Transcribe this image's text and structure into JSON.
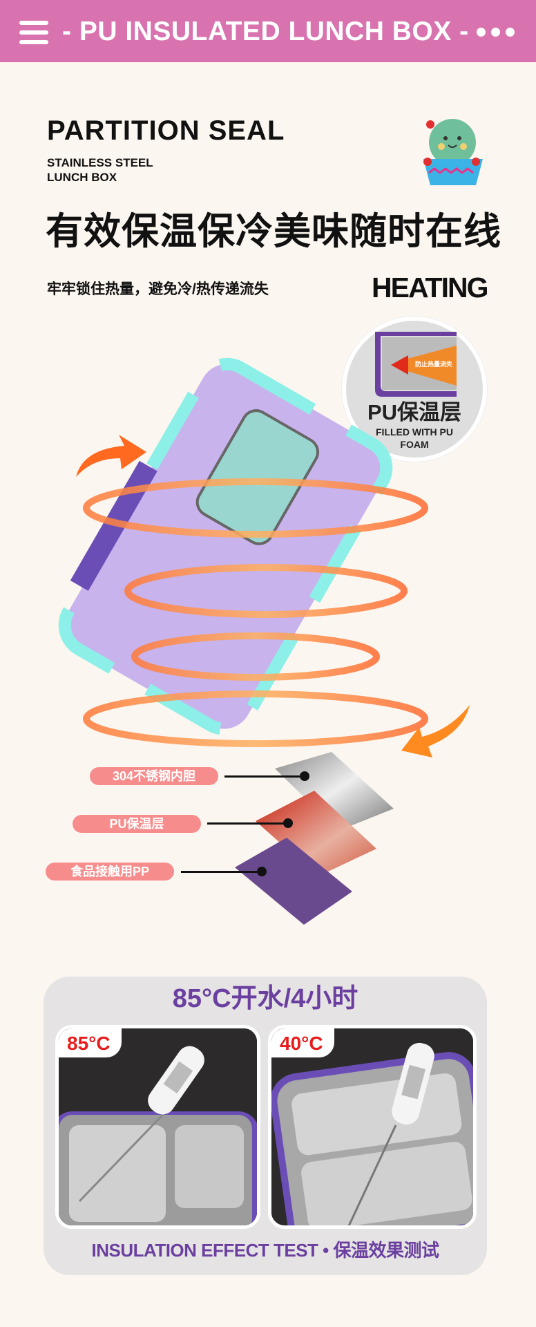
{
  "header": {
    "title": "- PU INSULATED LUNCH BOX -",
    "menu_icon": "hamburger-icon",
    "more_icon": "ellipsis-icon",
    "color": "#d873b0"
  },
  "intro": {
    "heading": "PARTITION SEAL",
    "sub_line1": "STAINLESS STEEL",
    "sub_line2": "LUNCH BOX",
    "title_cn": "有效保温保冷美味随时在线",
    "subtitle_cn": "牢牢锁住热量，避免冷/热传递流失",
    "heating": "HEATING"
  },
  "badge": {
    "arrow_text": "防止热量流失",
    "title": "PU保温层",
    "caption_line1": "FILLED WITH PU",
    "caption_line2": "FOAM"
  },
  "layers": [
    {
      "label": "304不锈钢内胆"
    },
    {
      "label": "PU保温层"
    },
    {
      "label": "食品接触用PP"
    }
  ],
  "test": {
    "title": "85°C开水/4小时",
    "photos": [
      {
        "temp": "85°C"
      },
      {
        "temp": "40°C"
      }
    ],
    "footer": "INSULATION EFFECT TEST • 保温效果测试",
    "accent": "#6a3fa0"
  }
}
